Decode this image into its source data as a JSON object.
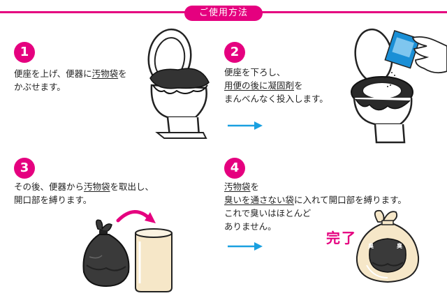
{
  "header": {
    "title": "ご使用方法"
  },
  "steps": [
    {
      "number": "1",
      "line1_pre": "便座を上げ、便器に",
      "line1_ul": "汚物袋",
      "line1_post": "を",
      "line2": "かぶせます。"
    },
    {
      "number": "2",
      "line1": "便座を下ろし、",
      "line2_ul": "用便の後に凝固剤",
      "line2_post": "を",
      "line3": "まんべんなく投入します。"
    },
    {
      "number": "3",
      "line1_pre": "その後、便器から",
      "line1_ul": "汚物袋",
      "line1_post": "を取出し、",
      "line2": "開口部を縛ります。"
    },
    {
      "number": "4",
      "line1_ul": "汚物袋",
      "line1_post": "を",
      "line2_ul": "臭いを通さない袋",
      "line2_post": "に入れて開口部を縛ります。",
      "line3": "これで臭いはほとんど",
      "line4": "ありません。"
    }
  ],
  "smell_badge": "臭",
  "complete_label": "完了",
  "colors": {
    "accent": "#e5007f",
    "arrow": "#1aa0e0",
    "bag": "#3a3a3a",
    "outer_bag": "#f6e7c8"
  }
}
